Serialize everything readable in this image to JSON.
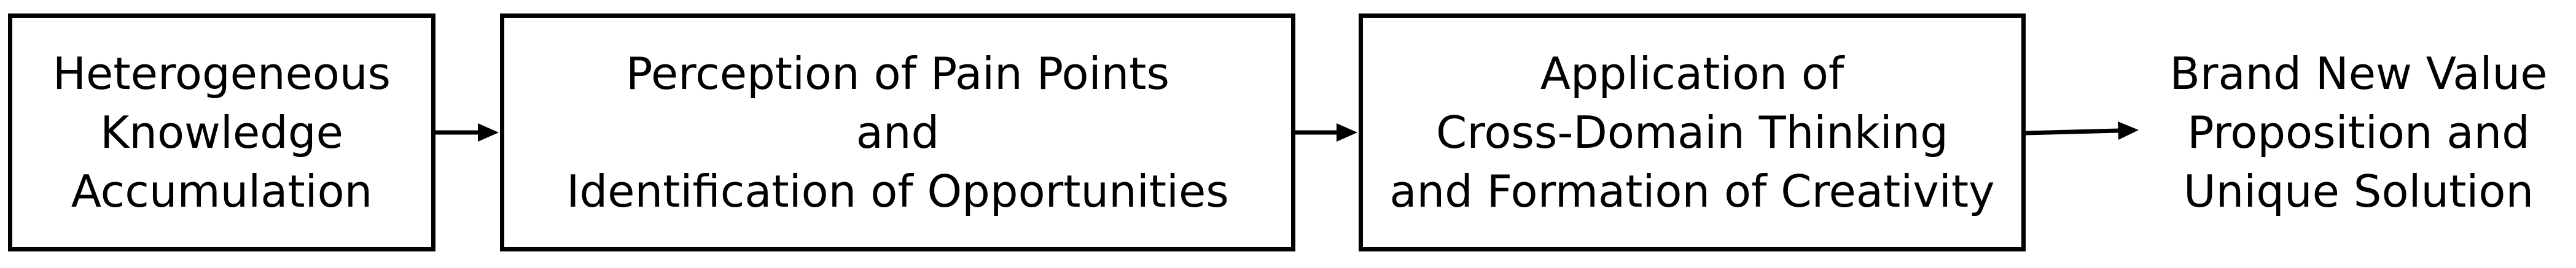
{
  "diagram": {
    "steps": [
      {
        "lines": [
          "Heterogeneous",
          "Knowledge",
          "Accumulation"
        ]
      },
      {
        "lines": [
          "Perception of Pain Points",
          "and",
          "Identification of Opportunities"
        ]
      },
      {
        "lines": [
          "Application of",
          "Cross-Domain Thinking",
          "and Formation of Creativity"
        ]
      }
    ],
    "outcome": {
      "lines": [
        "Brand New Value",
        "Proposition and",
        "Unique Solution"
      ]
    },
    "colors": {
      "stroke": "#000000",
      "background": "#ffffff",
      "text": "#000000"
    }
  }
}
